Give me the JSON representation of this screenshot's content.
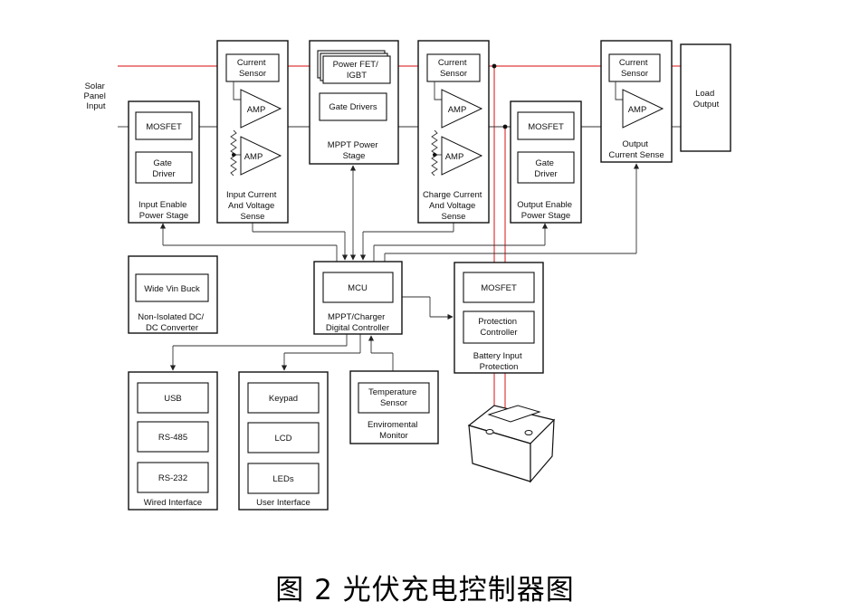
{
  "labels": {
    "solar": [
      "Solar",
      "Panel",
      "Input"
    ],
    "load_output": [
      "Load",
      "Output"
    ],
    "input_enable": {
      "mosfet": "MOSFET",
      "gate_driver": [
        "Gate",
        "Driver"
      ],
      "title": [
        "Input Enable",
        "Power Stage"
      ]
    },
    "input_sense": {
      "current_sensor": [
        "Current",
        "Sensor"
      ],
      "amp1": "AMP",
      "amp2": "AMP",
      "title": [
        "Input Current",
        "And Voltage",
        "Sense"
      ]
    },
    "mppt_stage": {
      "power_fet": [
        "Power FET/",
        "IGBT"
      ],
      "gate_drivers": "Gate Drivers",
      "title": [
        "MPPT Power",
        "Stage"
      ]
    },
    "charge_sense": {
      "current_sensor": [
        "Current",
        "Sensor"
      ],
      "amp1": "AMP",
      "amp2": "AMP",
      "title": [
        "Charge Current",
        "And Voltage",
        "Sense"
      ]
    },
    "output_enable": {
      "mosfet": "MOSFET",
      "gate_driver": [
        "Gate",
        "Driver"
      ],
      "title": [
        "Output Enable",
        "Power Stage"
      ]
    },
    "output_sense": {
      "current_sensor": [
        "Current",
        "Sensor"
      ],
      "amp": "AMP",
      "title": [
        "Output",
        "Current Sense"
      ]
    },
    "dcdc": {
      "buck": "Wide Vin Buck",
      "title": [
        "Non-Isolated DC/",
        "DC Converter"
      ]
    },
    "mcu": {
      "mcu": "MCU",
      "title": [
        "MPPT/Charger",
        "Digital Controller"
      ]
    },
    "battery_protection": {
      "mosfet": "MOSFET",
      "protection": [
        "Protection",
        "Controller"
      ],
      "title": [
        "Battery Input",
        "Protection"
      ]
    },
    "wired": {
      "usb": "USB",
      "rs485": "RS-485",
      "rs232": "RS-232",
      "title": "Wired Interface"
    },
    "user": {
      "keypad": "Keypad",
      "lcd": "LCD",
      "leds": "LEDs",
      "title": "User Interface"
    },
    "env": {
      "temp": [
        "Temperature",
        "Sensor"
      ],
      "title": [
        "Enviromental",
        "Monitor"
      ]
    }
  },
  "caption": "图 2 光伏充电控制器图",
  "colors": {
    "power_line": "#e03a3a",
    "line": "#333333",
    "box_stroke": "#111111"
  }
}
